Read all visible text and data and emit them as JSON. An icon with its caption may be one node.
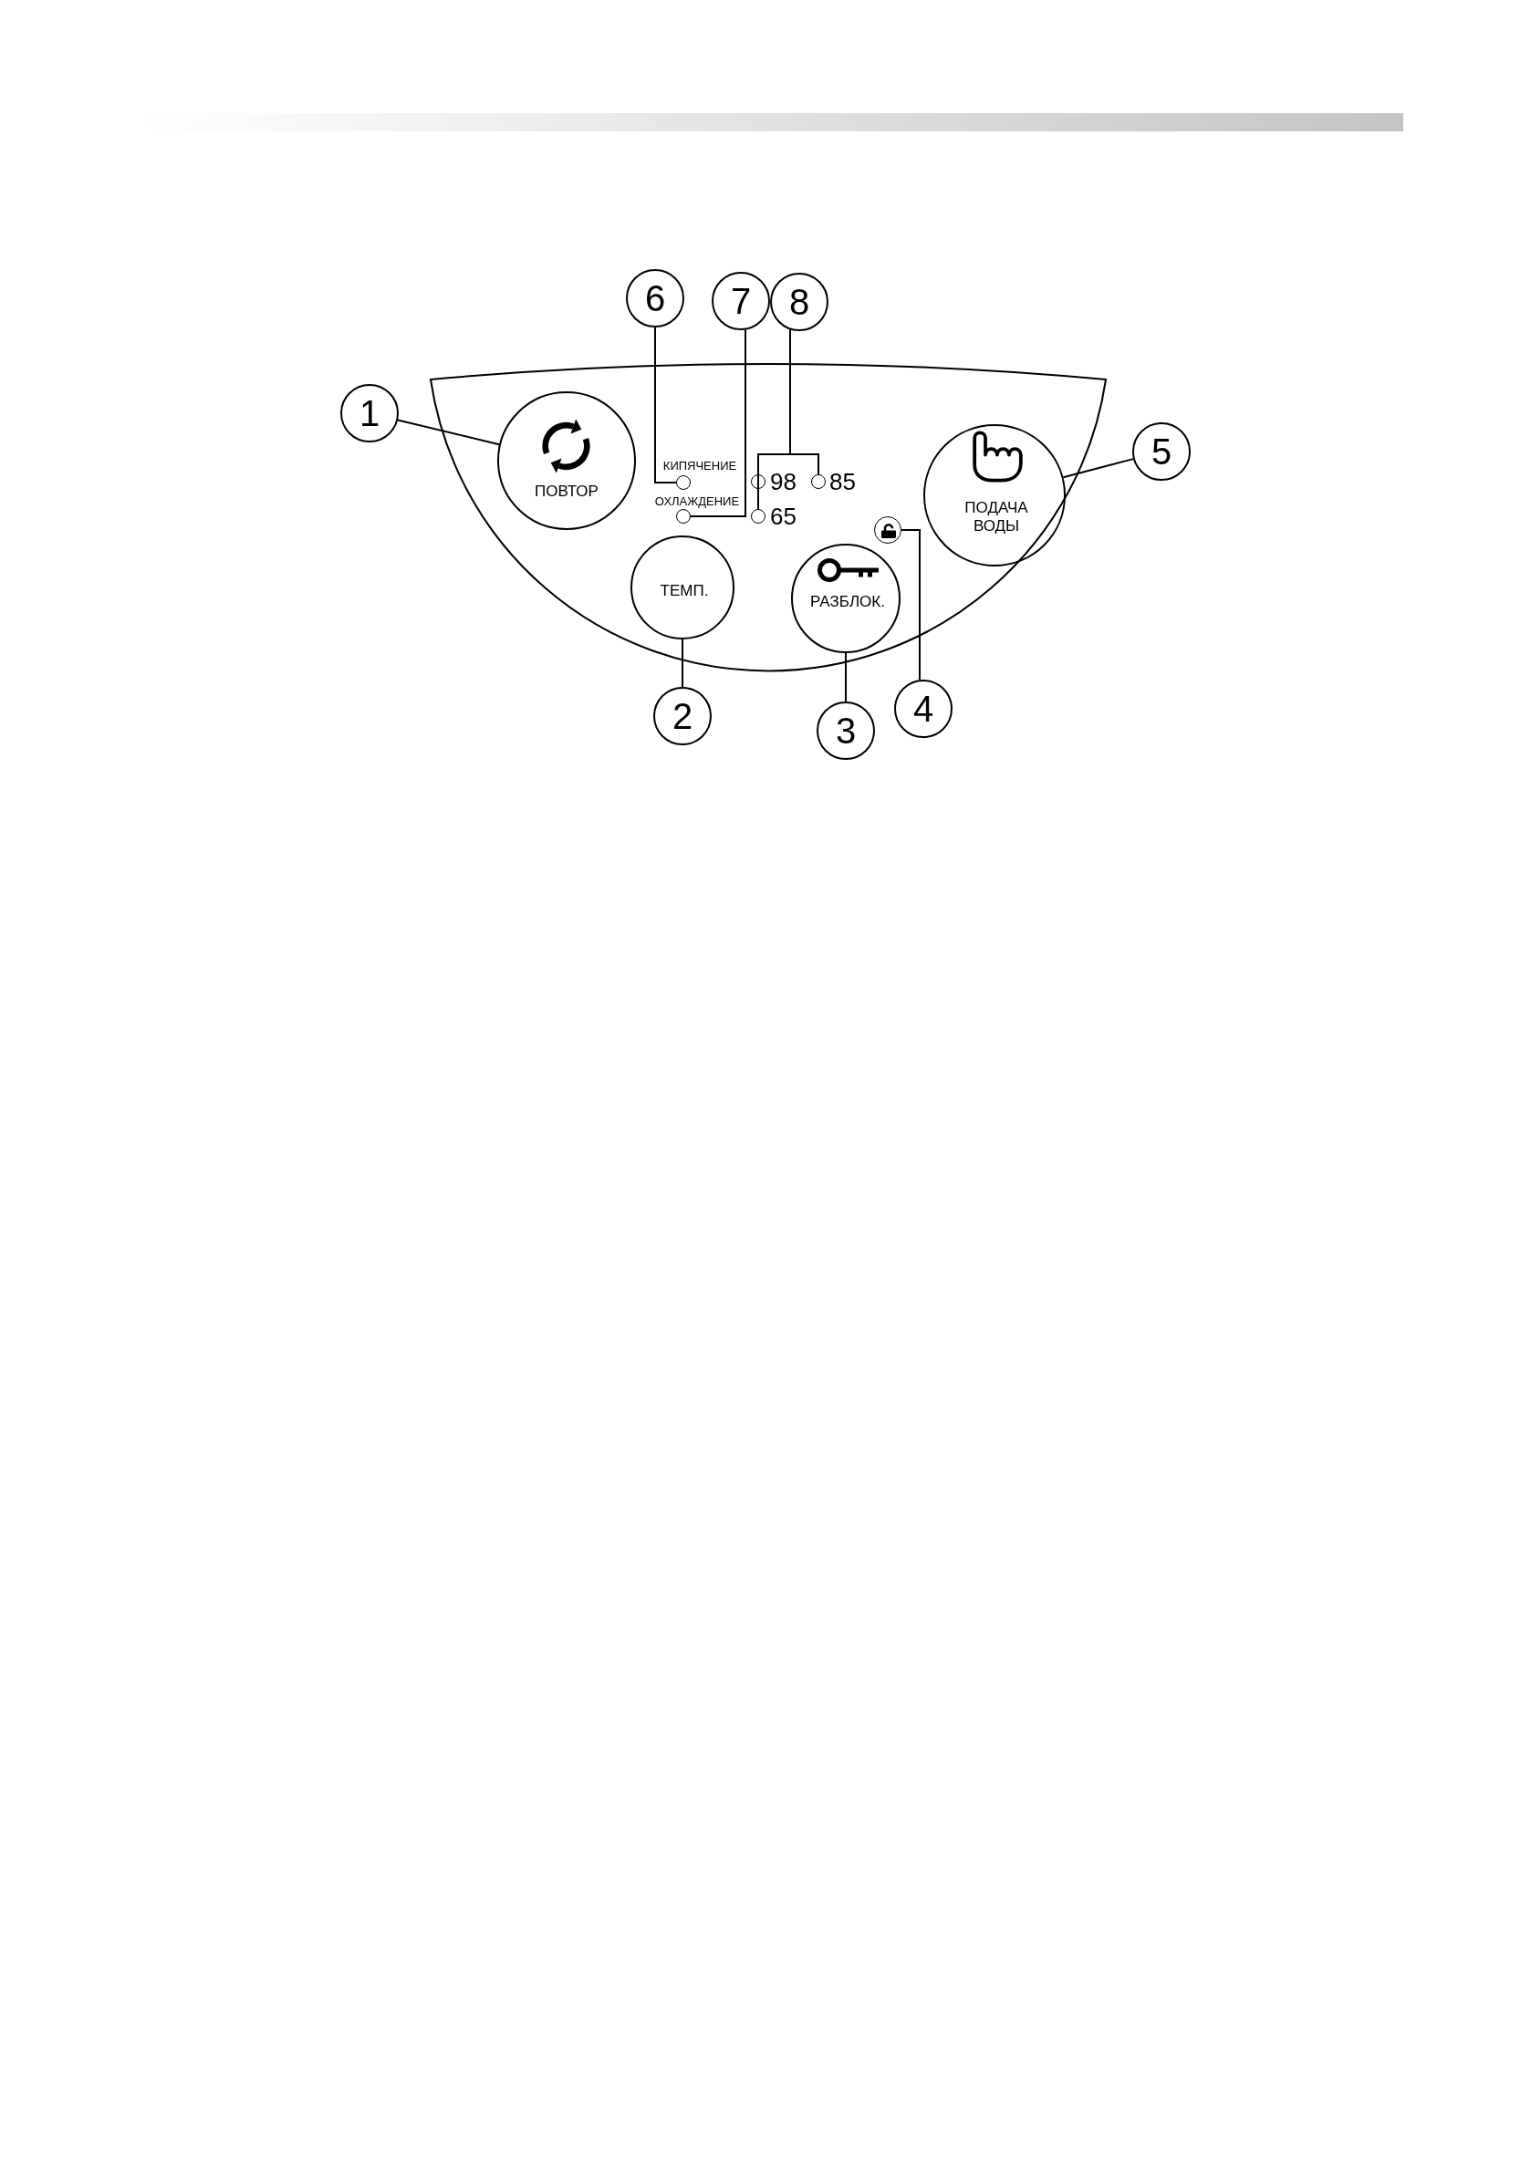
{
  "diagram": {
    "nodes": [
      {
        "text": [],
        "shape": "semicircle"
      },
      {
        "text": [
          "6"
        ]
      },
      {
        "text": [
          "7"
        ]
      },
      {
        "text": [
          "8"
        ]
      },
      {
        "text": [
          "1"
        ]
      },
      {
        "text": [
          "ПОВТОР"
        ],
        "in": 0
      },
      {
        "text": [],
        "shape": "circle",
        "beside": [
          "КИПЯЧЕНИЕ"
        ],
        "in": 0
      },
      {
        "text": [],
        "shape": "circle",
        "beside": [
          "98"
        ],
        "in": 0
      },
      {
        "text": [],
        "shape": "circle",
        "beside": [
          "85"
        ],
        "in": 0
      },
      {
        "text": [
          "5"
        ]
      },
      {
        "text": [
          "ПОДАЧА ВОДЫ"
        ],
        "in": 0
      },
      {
        "text": [],
        "shape": "circle",
        "beside": [
          "ОХЛАЖДЕНИЕ"
        ],
        "in": 0
      },
      {
        "text": [],
        "shape": "circle",
        "beside": [
          "65"
        ],
        "in": 0
      },
      {
        "text": [],
        "shape": "circle",
        "in": 0
      },
      {
        "text": [
          "ТЕМП."
        ],
        "in": 0
      },
      {
        "text": [
          "РАЗБЛОК."
        ],
        "in": 0
      },
      {
        "text": [
          "2"
        ]
      },
      {
        "text": [
          "4"
        ]
      },
      {
        "text": [
          "3"
        ]
      }
    ],
    "edges": [
      {
        "from": 4,
        "to": 5,
        "arrow": "none"
      },
      {
        "from": 16,
        "to": 14,
        "arrow": "none"
      },
      {
        "from": 18,
        "to": 15,
        "arrow": "none"
      },
      {
        "from": 17,
        "to": 13,
        "arrow": "none"
      },
      {
        "from": 9,
        "to": 10,
        "arrow": "none"
      },
      {
        "from": 1,
        "to": 6,
        "arrow": "none"
      },
      {
        "from": 2,
        "to": 11,
        "arrow": "none"
      },
      {
        "from": 3,
        "to": 7,
        "arrow": "none"
      },
      {
        "from": 3,
        "to": 8,
        "arrow": "none"
      },
      {
        "from": 3,
        "to": 12,
        "arrow": "none"
      }
    ]
  }
}
